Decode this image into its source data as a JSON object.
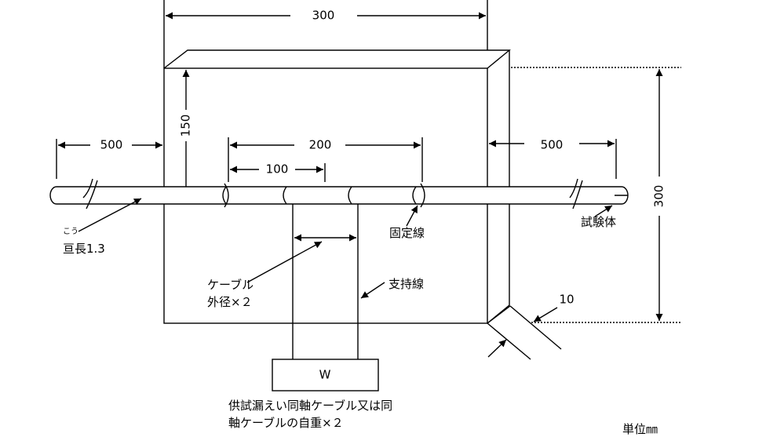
{
  "dimensions": {
    "top_width": "300",
    "left_height": "150",
    "left_cable": "500",
    "middle_span": "200",
    "pitch": "100",
    "right_cable": "500",
    "right_height": "300",
    "thickness": "10"
  },
  "labels": {
    "ruby": "こう",
    "pitch_ratio": "亘長1.3",
    "fixing_wire": "固定線",
    "specimen": "試験体",
    "cable_diameter_line1": "ケーブル",
    "cable_diameter_line2": "外径×２",
    "support_wire": "支持線",
    "weight": "W",
    "note_line1": "供試漏えい同軸ケーブル又は同",
    "note_line2": "軸ケーブルの自重×２",
    "unit": "単位㎜"
  }
}
